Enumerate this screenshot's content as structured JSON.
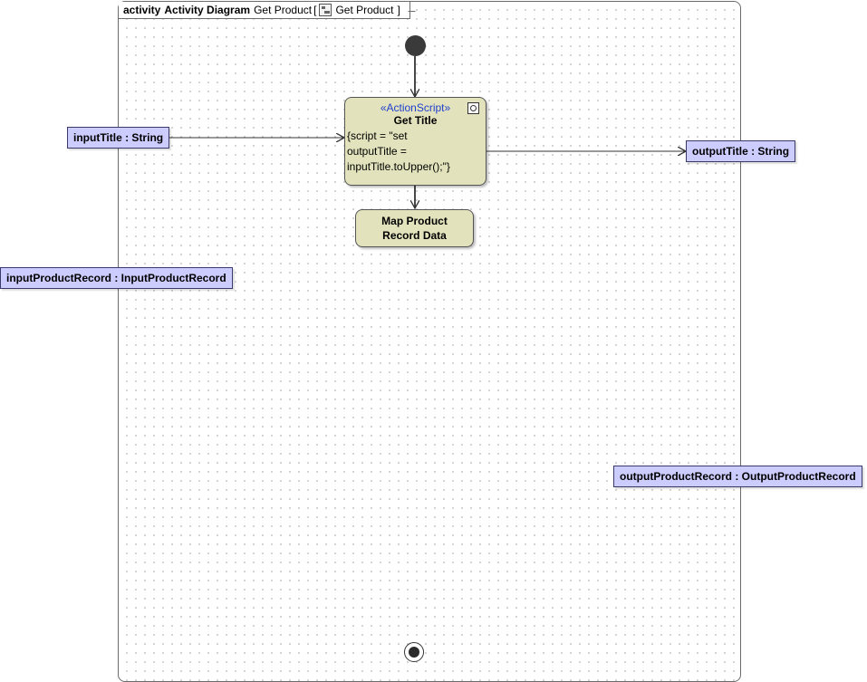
{
  "frame": {
    "kind": "activity",
    "type": "Activity Diagram",
    "name": "Get Product",
    "bracket_open": "[",
    "inner_name": "Get Product",
    "bracket_close": "]"
  },
  "actions": {
    "get_title": {
      "stereotype": "«ActionScript»",
      "name": "Get Title",
      "script_lines": [
        "{script = \"set",
        "outputTitle =",
        "inputTitle.toUpper();\"}"
      ]
    },
    "map_product": {
      "name_lines": [
        "Map Product",
        "Record Data"
      ]
    }
  },
  "parameters": {
    "input_title": "inputTitle : String",
    "output_title": "outputTitle : String",
    "input_product_record": "inputProductRecord : InputProductRecord",
    "output_product_record": "outputProductRecord : OutputProductRecord"
  },
  "colors": {
    "action_fill": "#e2e2bc",
    "parameter_fill": "#ccccff",
    "stereotype_text": "#1f3fd0"
  }
}
